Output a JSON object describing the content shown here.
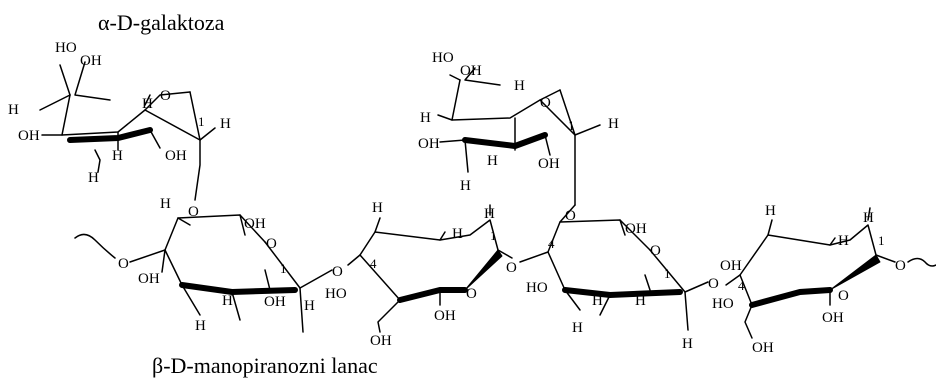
{
  "captions": {
    "alpha_galactose": "α-D-galaktoza",
    "beta_mannopyranose_chain": "β-D-manopiranozni lanac"
  },
  "atoms": {
    "oh": "OH",
    "ho": "HO",
    "h": "H",
    "o": "O",
    "c1": "1",
    "c4": "4"
  }
}
